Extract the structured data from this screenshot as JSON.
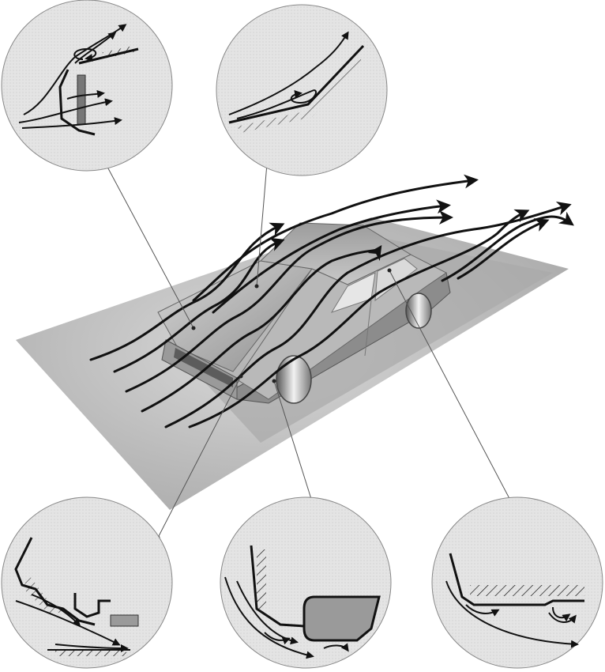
{
  "figure": {
    "subject": "car-aerodynamics-airflow-diagram",
    "colors": {
      "background": "#ffffff",
      "ground": "#bdbdbd",
      "shadow": "#9a9a9a",
      "car_body": "#b5b5b5",
      "car_dark": "#6e6e6e",
      "glass": "#dedede",
      "inset_fill": "#e2e2e2",
      "ink": "#111111",
      "leader": "#555555"
    },
    "insets": [
      {
        "id": "radiator-grille-flow"
      },
      {
        "id": "windshield-separation"
      },
      {
        "id": "front-underbody-flow"
      },
      {
        "id": "wheel-well-flow"
      },
      {
        "id": "underfloor-step-vortices"
      }
    ]
  }
}
